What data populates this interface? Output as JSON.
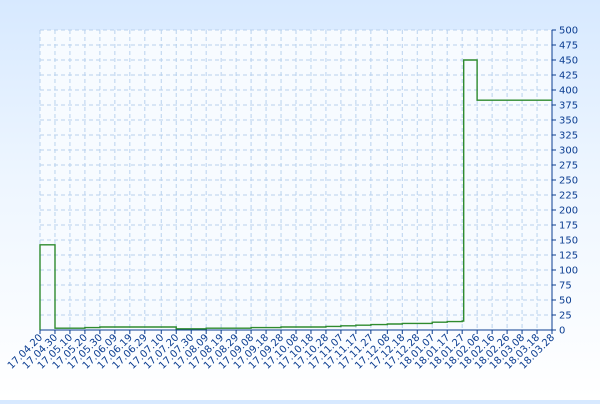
{
  "chart_data": {
    "type": "line",
    "title": "",
    "xlabel": "",
    "ylabel": "",
    "ylim": [
      0,
      500
    ],
    "y_ticks": [
      0,
      25,
      50,
      75,
      100,
      125,
      150,
      175,
      200,
      225,
      250,
      275,
      300,
      325,
      350,
      375,
      400,
      425,
      450,
      475,
      500
    ],
    "y_axis_side": "right",
    "grid": true,
    "legend": "none",
    "step": true,
    "colors": {
      "line": "#2e8b2e",
      "grid": "#b9d2ee",
      "axis": "#0b3d91",
      "tick_text": "#0b3d91",
      "plot_bg": "#f7fbff"
    },
    "x_ticks": [
      "17.04.20",
      "17.04.30",
      "17.05.10",
      "17.05.20",
      "17.05.30",
      "17.06.09",
      "17.06.19",
      "17.06.29",
      "17.07.10",
      "17.07.20",
      "17.07.30",
      "17.08.09",
      "17.08.19",
      "17.08.29",
      "17.09.08",
      "17.09.18",
      "17.09.28",
      "17.10.08",
      "17.10.18",
      "17.10.28",
      "17.11.07",
      "17.11.17",
      "17.11.27",
      "17.12.08",
      "17.12.18",
      "17.12.28",
      "18.01.07",
      "18.01.17",
      "18.01.27",
      "18.02.06",
      "18.02.16",
      "18.02.26",
      "18.03.08",
      "18.03.18",
      "18.03.28"
    ],
    "series": [
      {
        "x": [
          "17.04.20",
          "17.04.30",
          "17.05.10",
          "17.05.20",
          "17.05.30",
          "17.06.09",
          "17.06.19",
          "17.06.29",
          "17.07.10",
          "17.07.20",
          "17.07.30",
          "17.08.09",
          "17.08.19",
          "17.08.29",
          "17.09.08",
          "17.09.18",
          "17.09.28",
          "17.10.08",
          "17.10.18",
          "17.10.28",
          "17.11.07",
          "17.11.17",
          "17.11.27",
          "17.12.08",
          "17.12.18",
          "17.12.28",
          "18.01.07",
          "18.01.17",
          "18.01.27",
          "18.01.28",
          "18.02.06",
          "18.02.16",
          "18.02.26",
          "18.03.08",
          "18.03.18",
          "18.03.28"
        ],
        "y": [
          142,
          3,
          3,
          4,
          5,
          5,
          5,
          5,
          5,
          2,
          2,
          3,
          3,
          3,
          4,
          4,
          5,
          5,
          5,
          6,
          7,
          8,
          9,
          10,
          11,
          11,
          13,
          14,
          15,
          450,
          383,
          383,
          383,
          383,
          383,
          383
        ]
      }
    ]
  }
}
